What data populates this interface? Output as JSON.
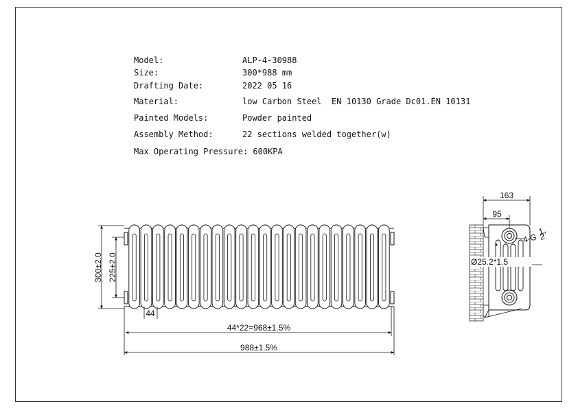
{
  "specs": [
    {
      "label": "Model:",
      "value": "ALP-4-30988"
    },
    {
      "label": "Size:",
      "value": "300*988 mm"
    },
    {
      "label": "Drafting Date:",
      "value": "2022 05 16"
    },
    {
      "label": "Material:",
      "value": "low Carbon Steel  EN 10130 Grade Dc01.EN 10131"
    },
    {
      "label": "Painted Models:",
      "value": "Powder painted"
    },
    {
      "label": "Assembly Method:",
      "value": "22 sections welded together(w)"
    }
  ],
  "pressure_line": "Max Operating Pressure: 600KPA",
  "front_view": {
    "sections": 22,
    "dim_height": "300±2.0",
    "dim_centers": "225±2.0",
    "dim_section_pitch": "44",
    "dim_pitch_total": "44*22=968±1.5%",
    "dim_total_length": "988±1.5%"
  },
  "side_view": {
    "dim_depth": "163",
    "dim_offset": "95",
    "dim_tube": "Ø25.2*1.5",
    "dim_thread": "4-G",
    "dim_thread_frac_num": "1",
    "dim_thread_frac_den": "2",
    "dim_thread_unit": "\""
  }
}
